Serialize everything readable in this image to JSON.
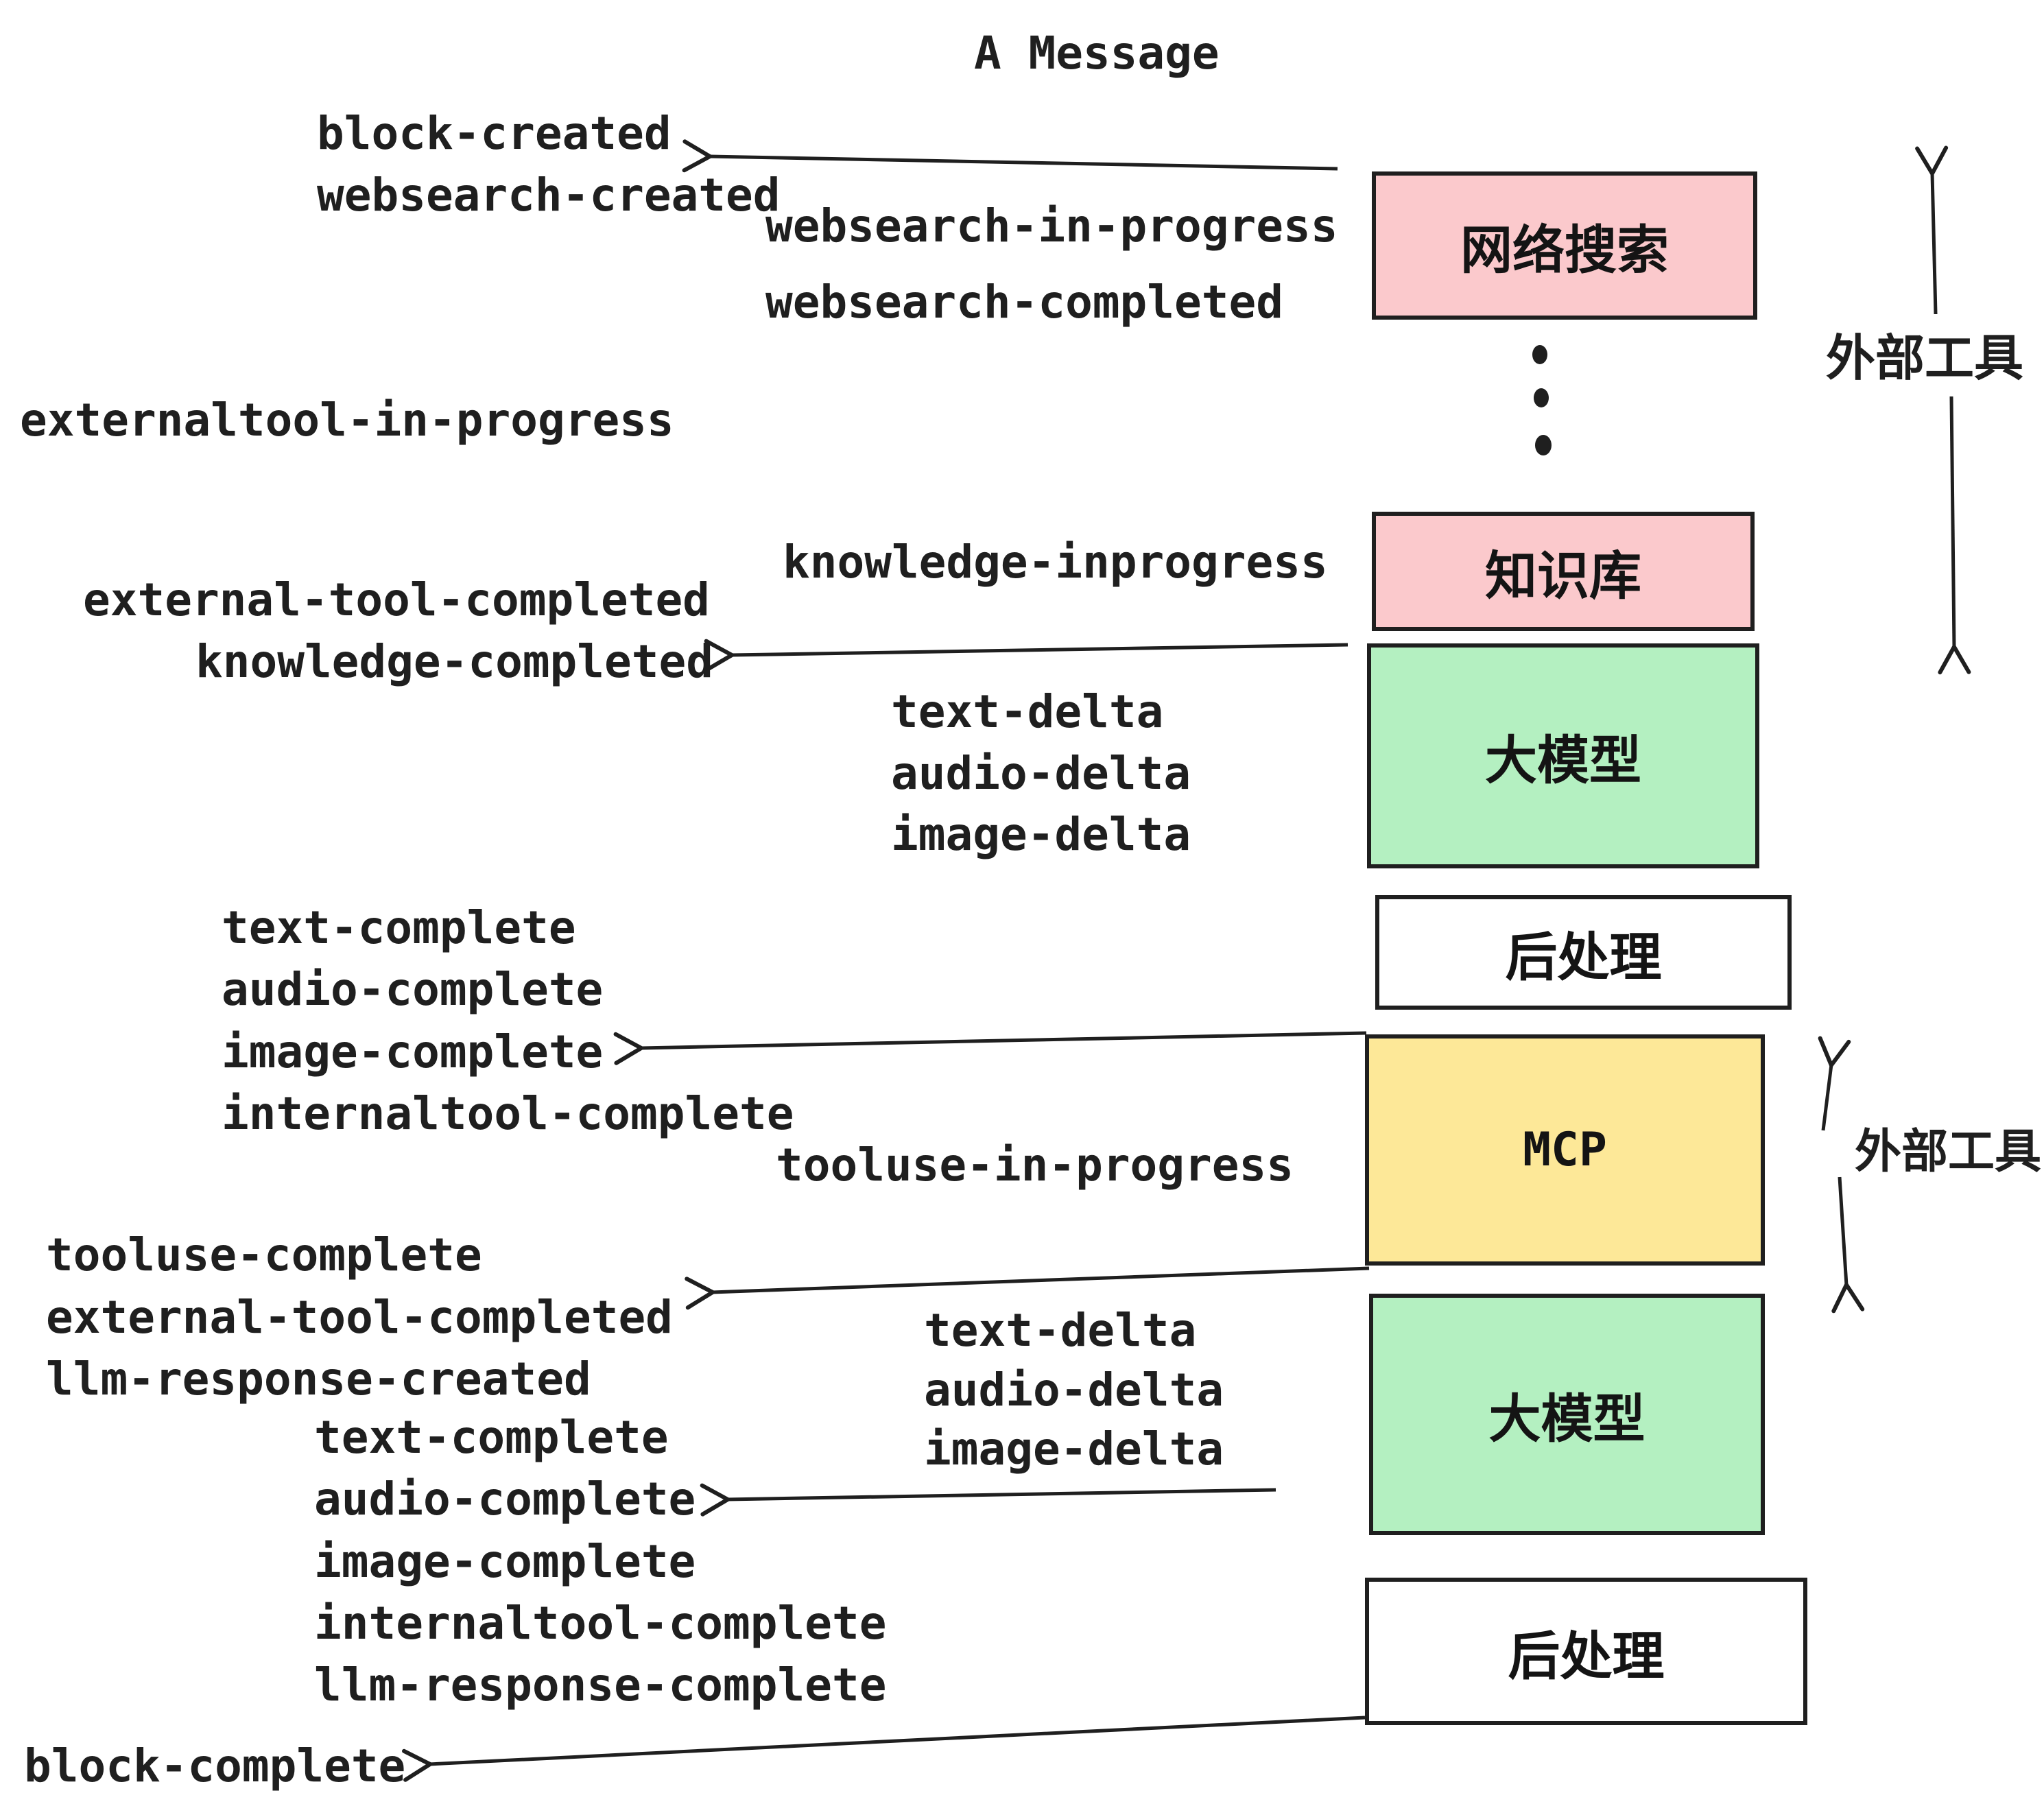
{
  "title": "A Message",
  "colors": {
    "ink": "#1f1f1f",
    "external_tool_box": "#fbc9cc",
    "llm_box": "#b4f0c1",
    "mcp_box": "#fde898",
    "post_box": "#ffffff"
  },
  "boxes": [
    {
      "id": "websearch",
      "label": "网络搜索",
      "color": "#fbc9cc"
    },
    {
      "id": "knowledge",
      "label": "知识库",
      "color": "#fbc9cc"
    },
    {
      "id": "llm-1",
      "label": "大模型",
      "color": "#b4f0c1"
    },
    {
      "id": "post-1",
      "label": "后处理",
      "color": "#ffffff"
    },
    {
      "id": "mcp",
      "label": "MCP",
      "color": "#fde898"
    },
    {
      "id": "llm-2",
      "label": "大模型",
      "color": "#b4f0c1"
    },
    {
      "id": "post-2",
      "label": "后处理",
      "color": "#ffffff"
    }
  ],
  "events": [
    "block-created",
    "websearch-created",
    "websearch-in-progress",
    "websearch-completed",
    "externaltool-in-progress",
    "external-tool-completed",
    "knowledge-completed",
    "knowledge-inprogress",
    "text-delta",
    "audio-delta",
    "image-delta",
    "text-complete",
    "audio-complete",
    "image-complete",
    "internaltool-complete",
    "tooluse-in-progress",
    "tooluse-complete",
    "external-tool-completed",
    "llm-response-created",
    "text-complete",
    "audio-complete",
    "image-complete",
    "internaltool-complete",
    "llm-response-complete",
    "block-complete",
    "text-delta",
    "audio-delta",
    "image-delta"
  ],
  "side_labels": [
    "外部工具",
    "外部工具"
  ]
}
